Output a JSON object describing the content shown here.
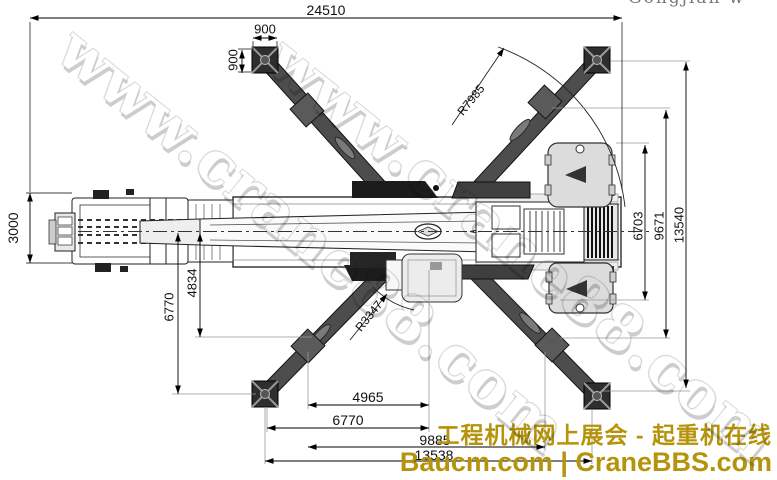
{
  "drawing": {
    "title_semantic": "mobile-crane-outrigger-plan-view",
    "watermark": "www.crane88.com",
    "top_fragment": "Gongjian w",
    "dims": {
      "overall_length": "24510",
      "pad_width": "900",
      "pad_depth": "900",
      "vehicle_width": "3000",
      "left_span_outer": "6770",
      "left_span_inner": "4834",
      "swing_radius": "R7985",
      "tail_radius": "R3347",
      "right_span_inner": "6703",
      "right_span_mid": "9671",
      "right_span_outer": "13540",
      "long_span_1": "4965",
      "long_span_2": "6770",
      "long_span_3": "9885",
      "long_span_4": "13538"
    }
  },
  "footer": {
    "chinese": "工程机械网上展会 - 起重机在线",
    "latin": "Baucm.com | CraneBBS.com",
    "color": "#b5930b"
  }
}
